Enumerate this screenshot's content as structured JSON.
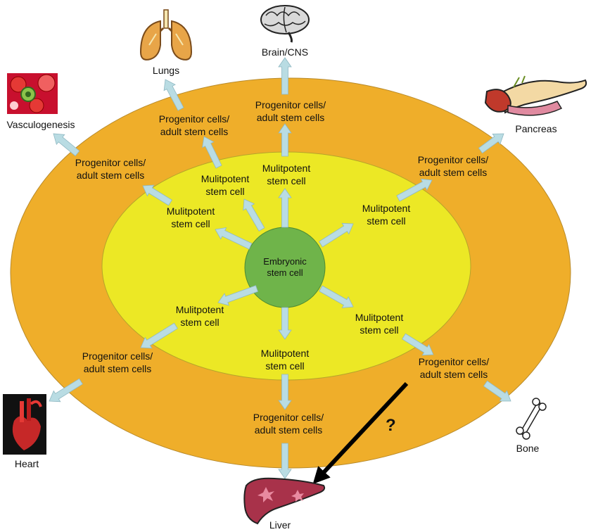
{
  "center": {
    "line1": "Embryonic",
    "line2": "stem cell"
  },
  "multipotent": {
    "line1": "Mulitpotent",
    "line2": "stem cell"
  },
  "progenitor": {
    "line1": "Progenitor cells/",
    "line2": "adult stem cells"
  },
  "organs": {
    "lungs": "Lungs",
    "brain": "Brain/CNS",
    "vasculogenesis": "Vasculogenesis",
    "pancreas": "Pancreas",
    "heart": "Heart",
    "bone": "Bone",
    "liver": "Liver"
  },
  "question_mark": "?",
  "colors": {
    "outer_ring": "#EFAE2A",
    "inner_ring": "#ECE825",
    "center": "#6FB44A",
    "arrow": "#B9DCE3"
  }
}
